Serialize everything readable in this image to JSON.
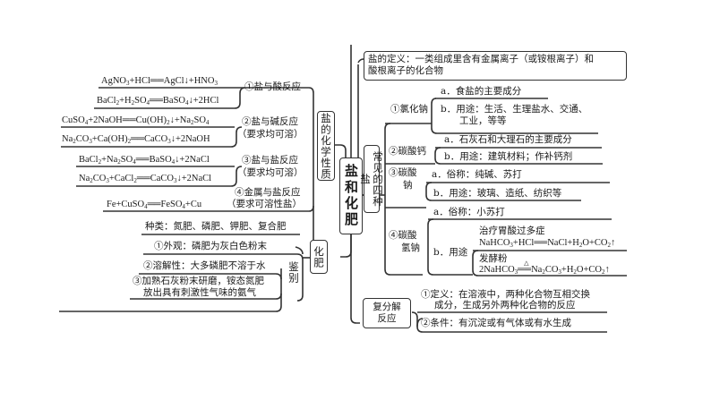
{
  "title": "盐和化肥",
  "left": {
    "chem_props": {
      "label": "盐的化学性质",
      "branches": [
        {
          "label": "①盐与酸反应",
          "note": "",
          "equations": [
            "AgNO3+HCl══AgCl↓+HNO3",
            "BaCl2+H2SO4══BaSO4↓+2HCl"
          ]
        },
        {
          "label": "②盐与碱反应",
          "note": "（要求均可溶）",
          "equations": [
            "CuSO4+2NaOH══Cu(OH)2↓+Na2SO4",
            "Na2CO3+Ca(OH)2══CaCO3↓+2NaOH"
          ]
        },
        {
          "label": "③盐与盐反应",
          "note": "（要求均可溶）",
          "equations": [
            "BaCl2+Na2SO4══BaSO4↓+2NaCl",
            "Na2CO3+CaCl2══CaCO3↓+2NaCl"
          ]
        },
        {
          "label": "④金属与盐反应",
          "note": "（要求可溶性盐）",
          "equations": [
            "Fe+CuSO4══FeSO4+Cu"
          ]
        }
      ]
    },
    "fertilizer": {
      "label": "化肥",
      "types": "种类：氮肥、磷肥、钾肥、复合肥",
      "identify_label": "鉴别",
      "identify": [
        "①外观：磷肥为灰白色粉末",
        "②溶解性：大多磷肥不溶于水",
        "③加熟石灰粉末研磨，铵态氮肥",
        "放出具有刺激性气味的氨气"
      ]
    }
  },
  "right": {
    "definition": {
      "line1": "盐的定义：一类组成里含有金属离子（或铵根离子）和",
      "line2": "酸根离子的化合物"
    },
    "common_salts": {
      "label": "常见的四种盐",
      "items": [
        {
          "label": "①氯化钠",
          "a": "a．食盐的主要成分",
          "b1": "b．用途：生活、生理盐水、交通、",
          "b2": "工业，等等"
        },
        {
          "label": "②碳酸钙",
          "a": "a．石灰石和大理石的主要成分",
          "b1": "b．用途：建筑材料；作补钙剂"
        },
        {
          "label1": "③碳酸",
          "label2": "钠",
          "a": "a．俗称：纯碱、苏打",
          "b1": "b．用途：玻璃、造纸、纺织等"
        },
        {
          "label1": "④碳酸",
          "label2": "氢钠",
          "a": "a．俗称：小苏打",
          "b_label": "b．用途",
          "uses": [
            {
              "title": "治疗胃酸过多症",
              "equation": "NaHCO3+HCl══NaCl+H2O+CO2↑"
            },
            {
              "title": "发酵粉",
              "equation": "2NaHCO3 △ Na2CO3+H2O+CO2↑"
            }
          ]
        }
      ]
    },
    "double_decomp": {
      "label1": "复分解",
      "label2": "反应",
      "def1": "①定义：在溶液中，两种化合物互相交换",
      "def2": "成分，生成另外两种化合物的反应",
      "cond": "②条件：有沉淀或有气体或有水生成"
    }
  }
}
